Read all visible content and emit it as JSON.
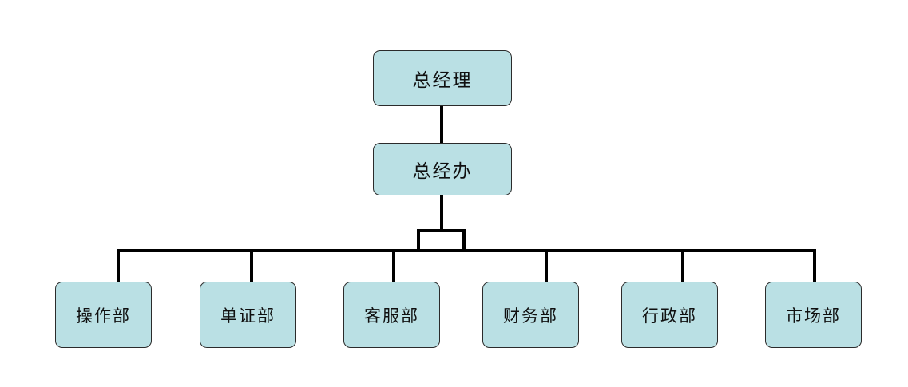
{
  "diagram": {
    "type": "organization-chart",
    "title": "",
    "theme": {
      "node_fill": "#bae0e4",
      "node_border": "#2b2b2b",
      "connector": "#000000",
      "text": "#101010",
      "background": "#ffffff"
    },
    "levels": [
      {
        "level": 1,
        "nodes": [
          {
            "id": "gm",
            "label": "总经理"
          }
        ]
      },
      {
        "level": 2,
        "nodes": [
          {
            "id": "gmo",
            "label": "总经办"
          }
        ]
      },
      {
        "level": 3,
        "nodes": [
          {
            "id": "dept1",
            "label": "操作部"
          },
          {
            "id": "dept2",
            "label": "单证部"
          },
          {
            "id": "dept3",
            "label": "客服部"
          },
          {
            "id": "dept4",
            "label": "财务部"
          },
          {
            "id": "dept5",
            "label": "行政部"
          },
          {
            "id": "dept6",
            "label": "市场部"
          }
        ]
      }
    ],
    "edges": [
      {
        "from": "gm",
        "to": "gmo"
      },
      {
        "from": "gmo",
        "to": "dept1"
      },
      {
        "from": "gmo",
        "to": "dept2"
      },
      {
        "from": "gmo",
        "to": "dept3"
      },
      {
        "from": "gmo",
        "to": "dept4"
      },
      {
        "from": "gmo",
        "to": "dept5"
      },
      {
        "from": "gmo",
        "to": "dept6"
      }
    ]
  }
}
